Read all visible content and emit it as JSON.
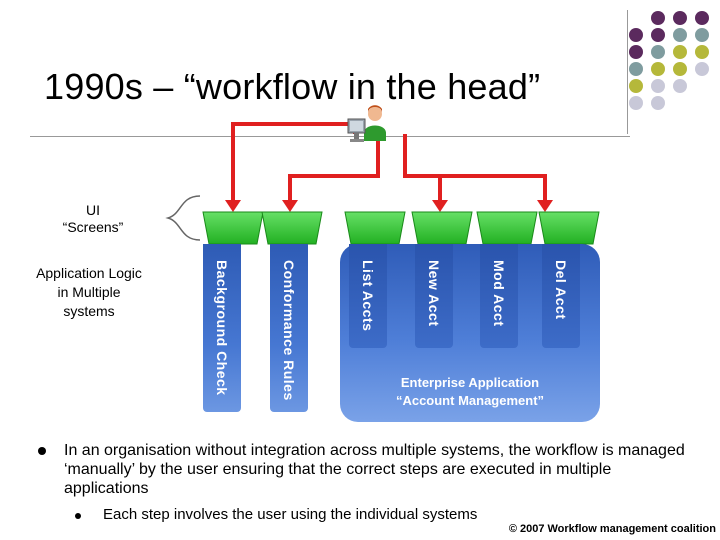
{
  "slide": {
    "title": "1990s – “workflow in the head”",
    "ui_label": "UI\n“Screens”",
    "app_logic_label": "Application Logic in Multiple systems",
    "enterprise_label": "Enterprise Application\n“Account Management”",
    "modules": [
      {
        "label": "Background Check"
      },
      {
        "label": "Conformance Rules"
      },
      {
        "label": "List Accts"
      },
      {
        "label": "New Acct"
      },
      {
        "label": "Mod Acct"
      },
      {
        "label": "Del Acct"
      }
    ],
    "bullet_main": "In an organisation without integration across multiple systems, the workflow is managed ‘manually’ by the user ensuring that the correct steps are executed in multiple applications",
    "bullet_sub": "Each step involves the user using the individual systems",
    "copyright": "© 2007 Workflow management coalition"
  },
  "colors": {
    "screen_green": "#33cc33",
    "connector_red": "#e02020",
    "module_blue": "#3a68c4",
    "dot_purple": "#5b2a5e",
    "dot_teal": "#7f9c9f",
    "dot_olive": "#b5b83a",
    "dot_grey": "#c8c8d8"
  },
  "icons": [
    "user-at-computer-icon"
  ]
}
